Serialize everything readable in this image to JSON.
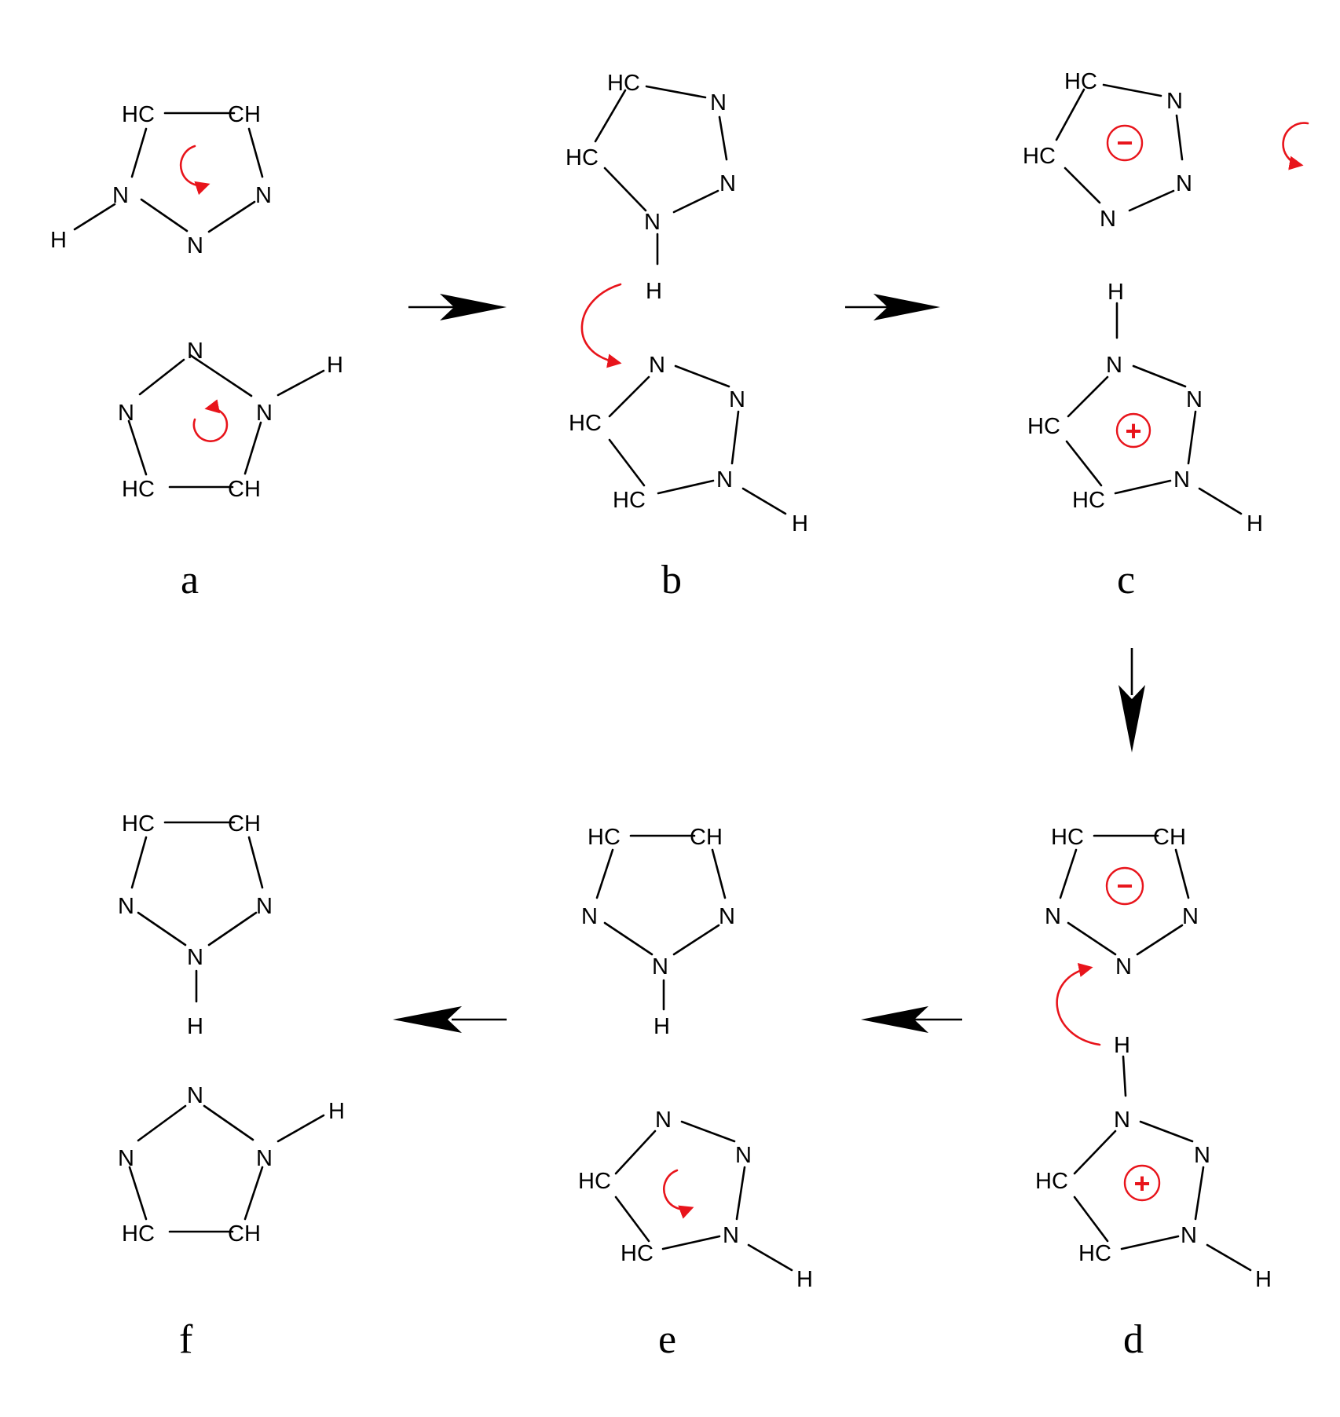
{
  "labels": {
    "a": "a",
    "b": "b",
    "c": "c",
    "d": "d",
    "e": "e",
    "f": "f"
  },
  "charges": {
    "minus": "−",
    "plus": "+"
  },
  "colors": {
    "ink": "#000000",
    "accent": "#e8141b"
  },
  "arrows": [
    "a→b",
    "b→c",
    "c→d",
    "d→e",
    "e→f"
  ]
}
